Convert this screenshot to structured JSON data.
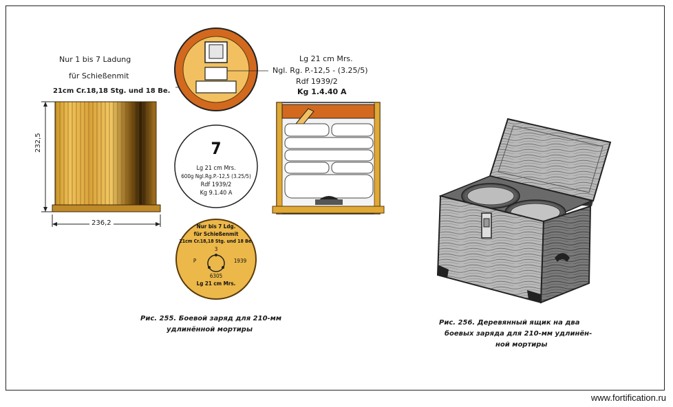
{
  "fig255": {
    "top_label": [
      "Nur 1 bis 7 Ladung",
      "für Schießenmit",
      "21cm Cr.18,18 Stg. und 18 Be."
    ],
    "dim_height": "232,5",
    "dim_width": "236,2",
    "right_label": [
      "Lg 21 cm Mrs.",
      "Ngl. Rg. P.-12,5 - (3.25/5)",
      "Rdf 1939/2",
      "Kg 1.4.40 A"
    ],
    "disk_number": "7",
    "disk_lines": [
      "Lg 21 cm Mrs.",
      "600g Ngl.Rg.P.-12,5 (3.25/5)",
      "Rdf 1939/2",
      "Kg 9.1.40 A"
    ],
    "bottom_disk": {
      "lines_top": [
        "Nur bis 7 Ldg.",
        "für Schießenmit",
        "21cm Cr.18,18 Stg. und 18 Be."
      ],
      "num": "3",
      "left": "P",
      "right": "1939",
      "code": "6305",
      "label": "Lg 21 cm Mrs."
    },
    "caption": [
      "Рис. 255. Боевой заряд для 210-мм",
      "удлинённой мортиры"
    ]
  },
  "fig256": {
    "caption": [
      "Рис. 256. Деревянный ящик на два",
      "боевых заряда для 210-мм удлинён-",
      "ной мортиры"
    ]
  },
  "footer": {
    "site": "www.fortification.ru"
  },
  "colors": {
    "brass": "#e0a835",
    "brass_dark": "#b8801e",
    "orange": "#d2691e",
    "wood": "#8a8a8a"
  }
}
